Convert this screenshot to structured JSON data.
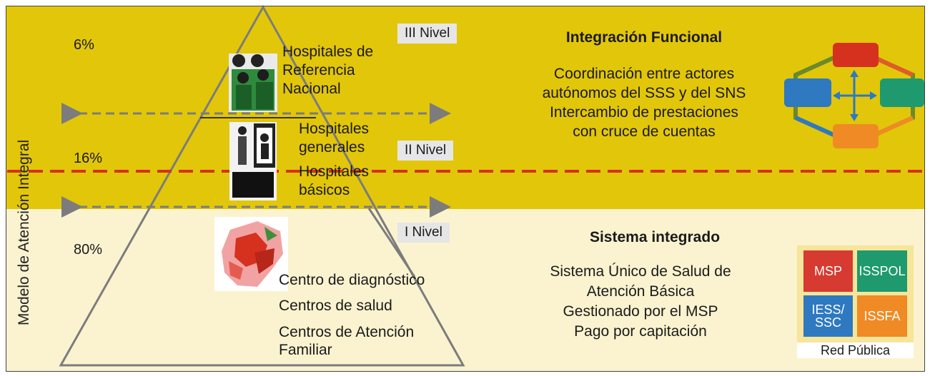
{
  "side_label": "Modelo de Atención Integral",
  "levels": {
    "iii": {
      "label": "III Nivel",
      "percent": "6%"
    },
    "ii": {
      "label": "II Nivel",
      "percent": "16%"
    },
    "i": {
      "label": "I Nivel",
      "percent": "80%"
    }
  },
  "pyramid": {
    "top_label": [
      "Hospitales de",
      "Referencia",
      "Nacional"
    ],
    "general_label": [
      "Hospitales",
      "generales"
    ],
    "basic_label": [
      "Hospitales",
      "básicos"
    ],
    "base_items": [
      "Centro de diagnóstico",
      "Centros de salud",
      "Centros de Atención",
      "Familiar"
    ]
  },
  "functional": {
    "title": "Integración Funcional",
    "lines": [
      "Coordinación entre actores",
      "autónomos del SSS y del SNS",
      "Intercambio de prestaciones",
      "con cruce de cuentas"
    ]
  },
  "integrated": {
    "title": "Sistema integrado",
    "lines": [
      "Sistema Único de Salud de",
      "Atención Básica",
      "Gestionado por el MSP",
      "Pago por capitación"
    ]
  },
  "red_publica": {
    "label": "Red Pública",
    "tiles": [
      {
        "name": "MSP",
        "color": "#d63a30"
      },
      {
        "name": "ISSPOL",
        "color": "#1e9a6e"
      },
      {
        "name": "IESS/\nSSC",
        "color": "#2e79c0"
      },
      {
        "name": "ISSFA",
        "color": "#f08a24"
      }
    ]
  },
  "colors": {
    "band_top": "#e2c60a",
    "band_bottom": "#fbf3cf",
    "dashed_red": "#d6311f",
    "arrows": "#7c7c7c"
  }
}
